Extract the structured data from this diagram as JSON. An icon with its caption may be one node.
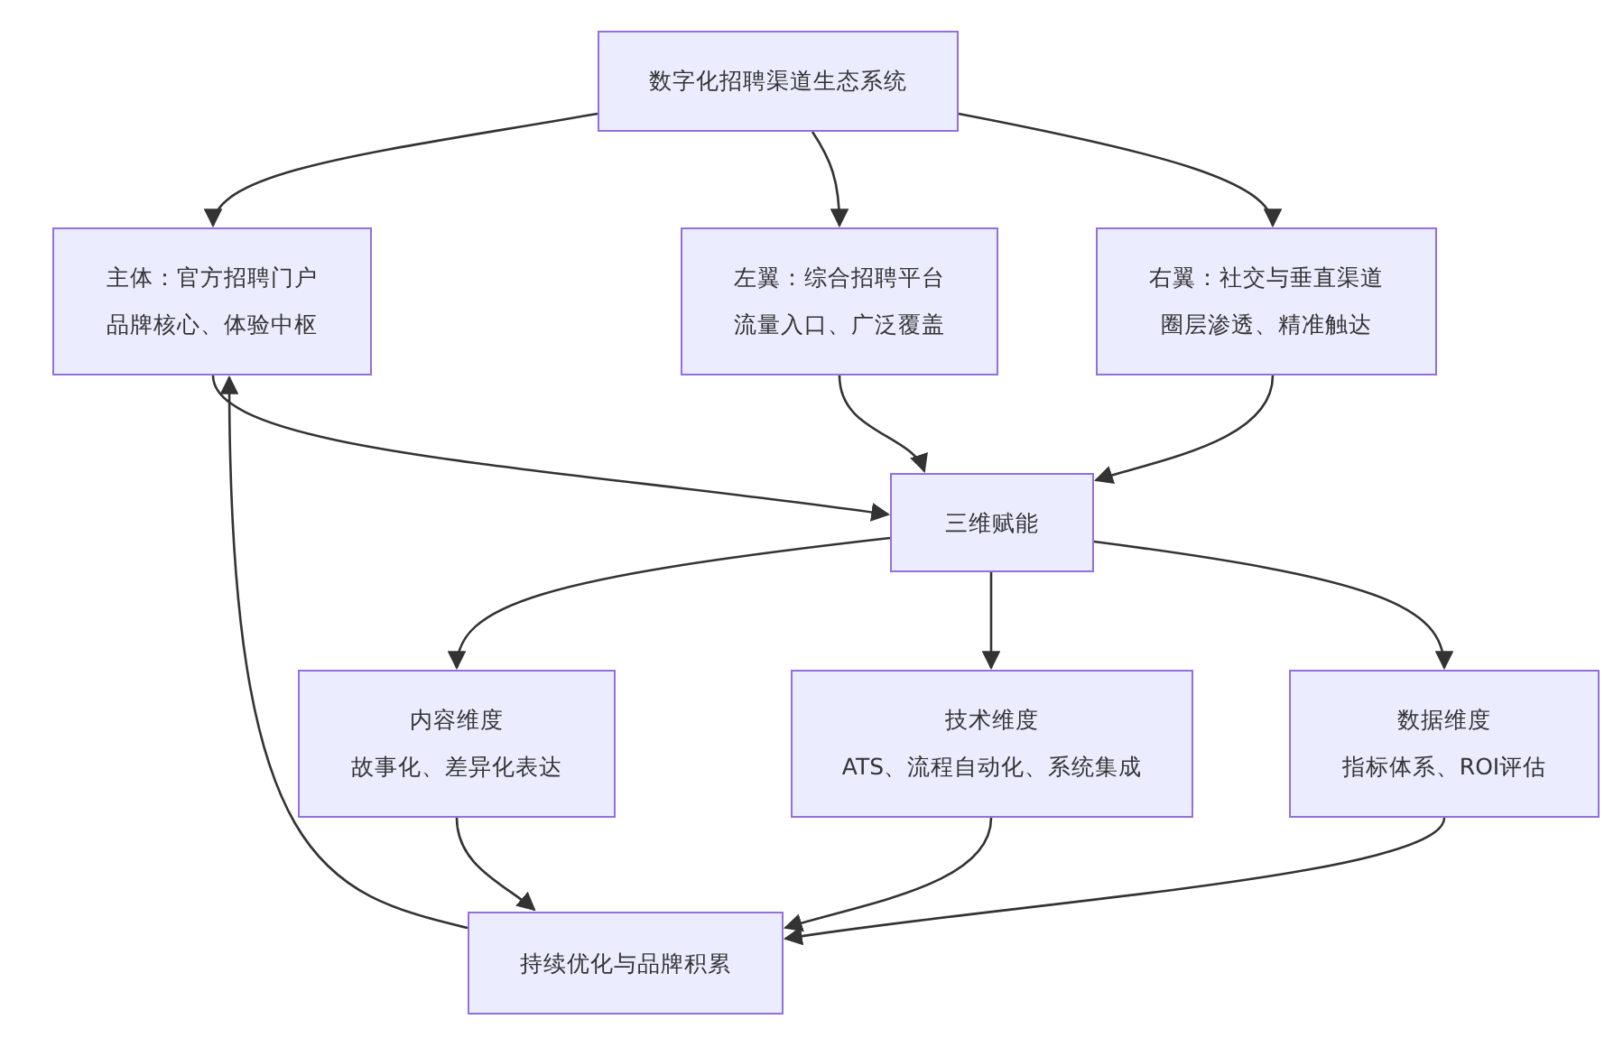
{
  "diagram": {
    "nodes": [
      {
        "text": [
          "数字化招聘渠道生态系统"
        ]
      },
      {
        "text": [
          "主体：官方招聘门户",
          "品牌核心、体验中枢"
        ]
      },
      {
        "text": [
          "左翼：综合招聘平台",
          "流量入口、广泛覆盖"
        ]
      },
      {
        "text": [
          "右翼：社交与垂直渠道",
          "圈层渗透、精准触达"
        ]
      },
      {
        "text": [
          "三维赋能"
        ]
      },
      {
        "text": [
          "内容维度",
          "故事化、差异化表达"
        ]
      },
      {
        "text": [
          "技术维度",
          "ATS、流程自动化、系统集成"
        ]
      },
      {
        "text": [
          "数据维度",
          "指标体系、ROI评估"
        ]
      },
      {
        "text": [
          "持续优化与品牌积累"
        ]
      }
    ],
    "edges": [
      {
        "from": 0,
        "to": 1,
        "arrow": "to"
      },
      {
        "from": 0,
        "to": 2,
        "arrow": "to"
      },
      {
        "from": 0,
        "to": 3,
        "arrow": "to"
      },
      {
        "from": 1,
        "to": 4,
        "arrow": "to"
      },
      {
        "from": 2,
        "to": 4,
        "arrow": "to"
      },
      {
        "from": 3,
        "to": 4,
        "arrow": "to"
      },
      {
        "from": 4,
        "to": 5,
        "arrow": "to"
      },
      {
        "from": 4,
        "to": 6,
        "arrow": "to"
      },
      {
        "from": 4,
        "to": 7,
        "arrow": "to"
      },
      {
        "from": 5,
        "to": 8,
        "arrow": "to"
      },
      {
        "from": 6,
        "to": 8,
        "arrow": "to"
      },
      {
        "from": 7,
        "to": 8,
        "arrow": "to"
      },
      {
        "from": 8,
        "to": 1,
        "arrow": "to"
      }
    ]
  }
}
